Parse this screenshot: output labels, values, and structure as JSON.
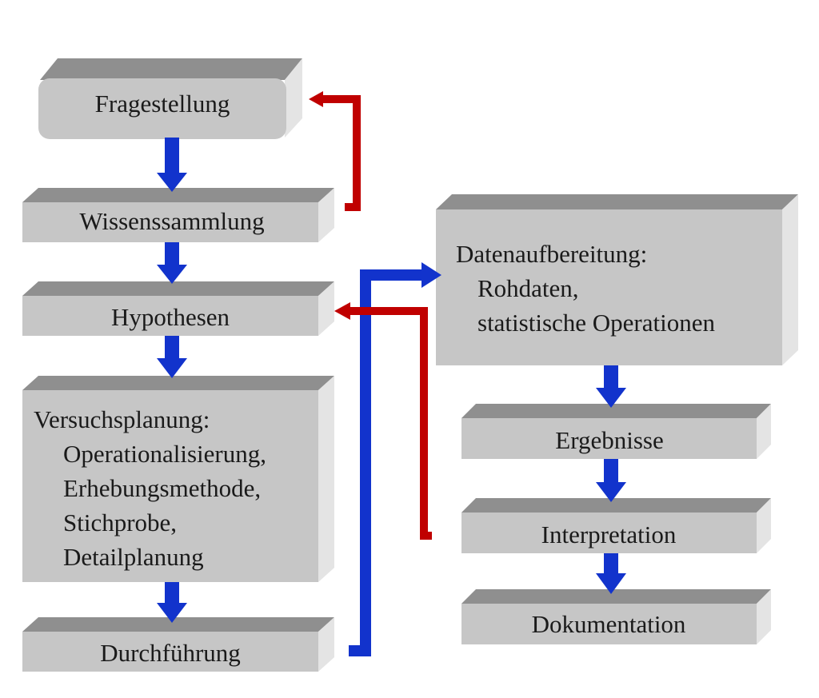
{
  "boxes": {
    "fragestellung": "Fragestellung",
    "wissenssammlung": "Wissenssammlung",
    "hypothesen": "Hypothesen",
    "versuchsplanung": {
      "heading": "Versuchsplanung:",
      "items": [
        "Operationalisierung,",
        "Erhebungsmethode,",
        "Stichprobe,",
        "Detailplanung"
      ]
    },
    "durchfuehrung": "Durchführung",
    "datenaufbereitung": {
      "heading": "Datenaufbereitung:",
      "items": [
        "Rohdaten,",
        "statistische Operationen"
      ]
    },
    "ergebnisse": "Ergebnisse",
    "interpretation": "Interpretation",
    "dokumentation": "Dokumentation"
  },
  "colors": {
    "box_face": "#c6c6c6",
    "box_top": "#8f8f8f",
    "box_side": "#e4e4e4",
    "arrow_flow": "#1233cc",
    "arrow_feedback": "#c00000"
  }
}
